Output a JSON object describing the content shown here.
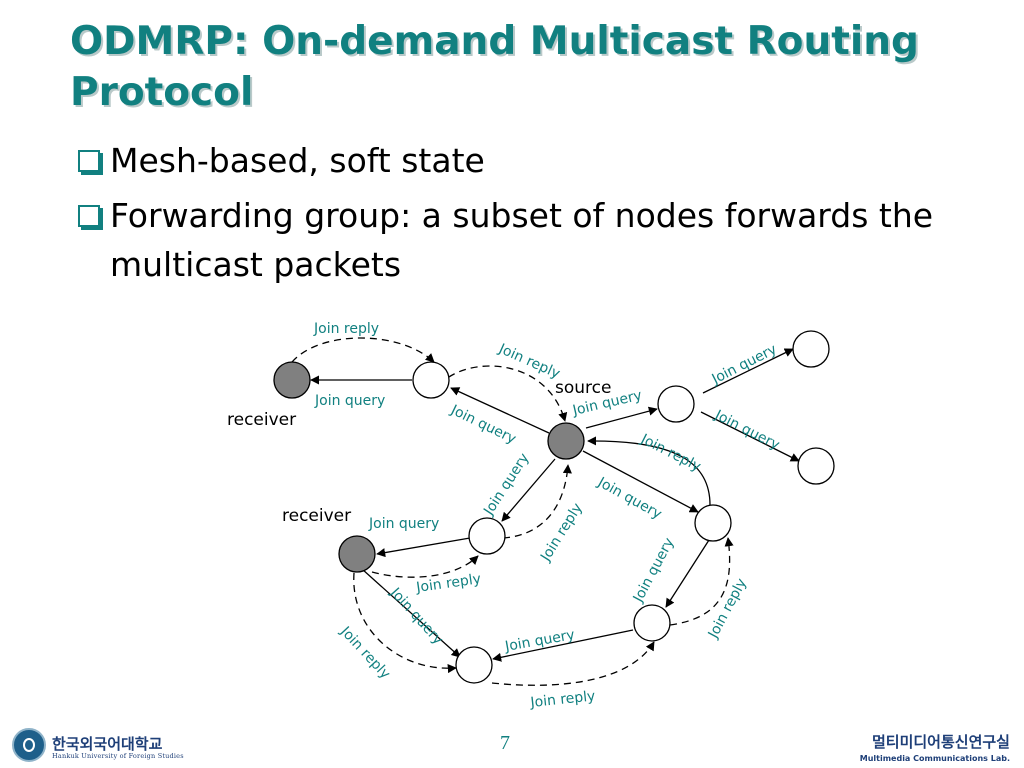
{
  "slide": {
    "title": "ODMRP: On-demand Multicast Routing Protocol",
    "bullets": [
      "Mesh-based, soft state",
      "Forwarding group: a subset of nodes forwards the multicast packets"
    ],
    "page_number": "7"
  },
  "diagram": {
    "labels": {
      "source": "source",
      "receiver_top": "receiver",
      "receiver_mid": "receiver"
    },
    "edge_labels": [
      "Join reply",
      "Join query",
      "Join reply",
      "Join query",
      "Join query",
      "Join query",
      "Join query",
      "Join reply",
      "Join query",
      "Join reply",
      "Join query",
      "Join query",
      "Join reply",
      "Join query",
      "Join reply",
      "Join query",
      "Join reply",
      "Join query",
      "Join reply"
    ],
    "colors": {
      "accent": "#118080",
      "node_filled": "#808080",
      "node_empty": "#ffffff"
    }
  },
  "footer": {
    "university_ko": "한국외국어대학교",
    "university_en": "Hankuk University of Foreign Studies",
    "lab_ko": "멀티미디어통신연구실",
    "lab_en": "Multimedia Communications Lab."
  }
}
